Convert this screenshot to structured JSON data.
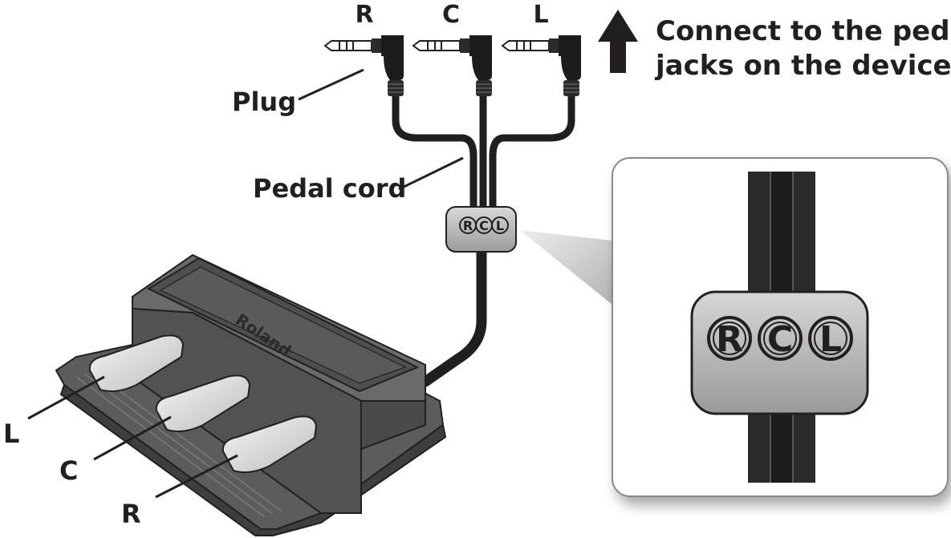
{
  "plug_letters": {
    "r": "R",
    "c": "C",
    "l": "L"
  },
  "connect_text": {
    "line1": "Connect to the pedal",
    "line2": "jacks on the device"
  },
  "labels": {
    "plug": "Plug",
    "pedal_cord": "Pedal cord"
  },
  "pedal_letters": {
    "l": "L",
    "c": "C",
    "r": "R"
  },
  "brand": "Roland",
  "clip_letters": {
    "r": "R",
    "c": "C",
    "l": "L"
  },
  "colors": {
    "ink": "#231f20",
    "cord": "#1f1f1f",
    "pedal_body": "#5a5a5a",
    "pedal_top": "#4a4a4a",
    "pedal_key": "#e2e2e2",
    "clip": "#b8b8b8",
    "callout_border": "#8a8a8a"
  }
}
